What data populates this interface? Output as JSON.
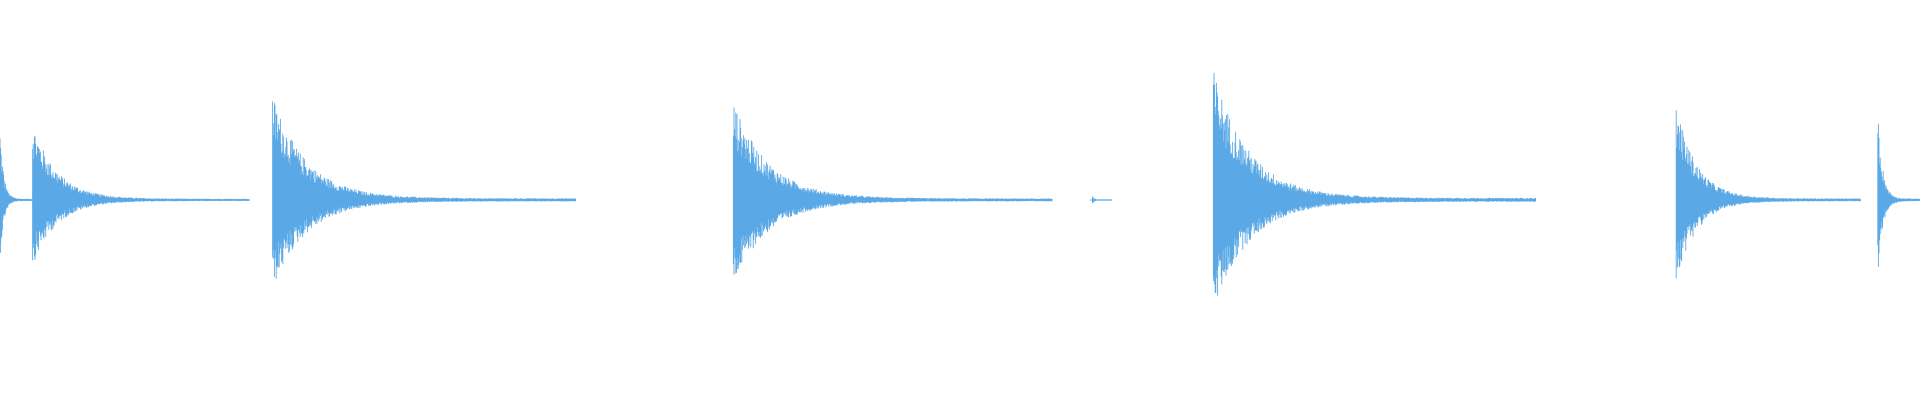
{
  "waveform": {
    "color": "#5aa9e6",
    "background": "#ffffff",
    "channels": 1,
    "duration_fraction_visible": 1.0,
    "events": [
      {
        "onset": 0.0,
        "peak": 0.32,
        "decay_end": 0.017
      },
      {
        "onset": 0.017,
        "peak": 0.34,
        "decay_end": 0.13
      },
      {
        "onset": 0.142,
        "peak": 0.46,
        "decay_end": 0.3
      },
      {
        "onset": 0.382,
        "peak": 0.43,
        "decay_end": 0.548
      },
      {
        "onset": 0.569,
        "peak": 0.02,
        "decay_end": 0.579
      },
      {
        "onset": 0.632,
        "peak": 0.57,
        "decay_end": 0.8
      },
      {
        "onset": 0.873,
        "peak": 0.42,
        "decay_end": 0.969
      },
      {
        "onset": 0.978,
        "peak": 0.4,
        "decay_end": 1.0
      }
    ]
  }
}
